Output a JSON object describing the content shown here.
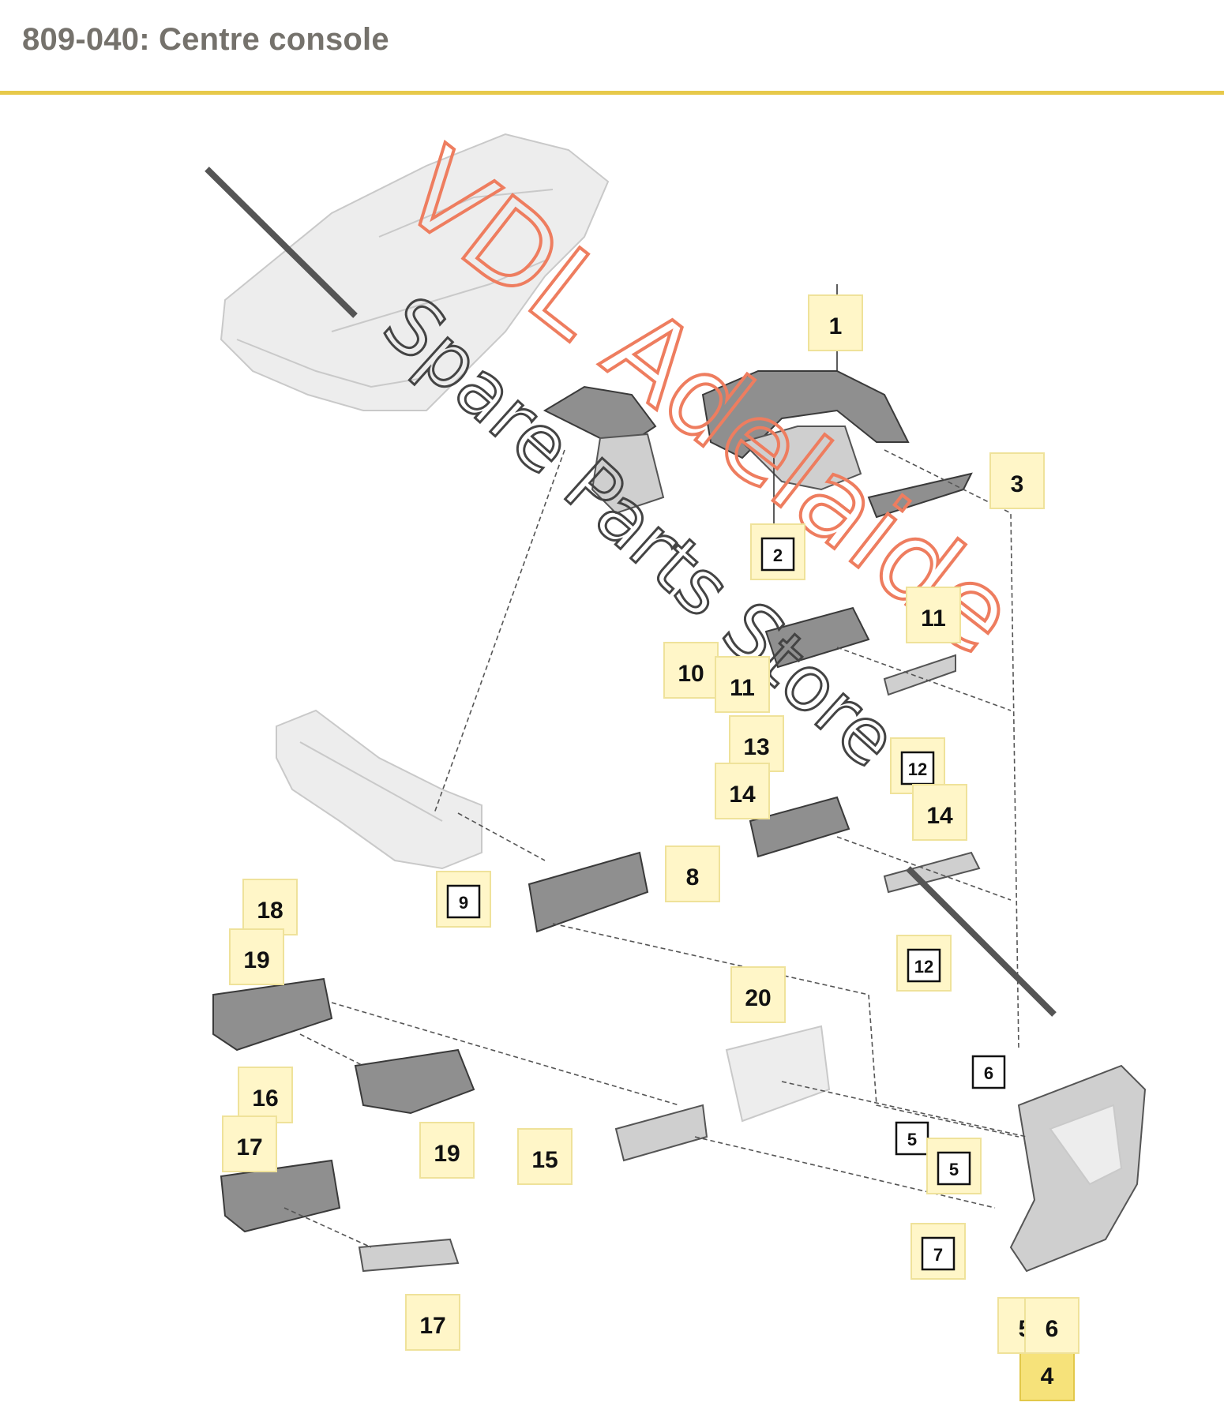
{
  "page": {
    "title": "809-040: Centre console"
  },
  "watermark": {
    "line1": "VDL Adelaide",
    "line2": "Spare Parts Store"
  },
  "callouts": [
    {
      "text": "1",
      "boxed": false,
      "highlight": true
    },
    {
      "text": "2",
      "boxed": true,
      "highlight": true
    },
    {
      "text": "3",
      "boxed": false,
      "highlight": true
    },
    {
      "text": "4",
      "boxed": false,
      "highlight": true,
      "selected": true
    },
    {
      "text": "5",
      "boxed": false,
      "highlight": true
    },
    {
      "text": "6",
      "boxed": false,
      "highlight": true
    },
    {
      "text": "5",
      "boxed": true,
      "highlight": false
    },
    {
      "text": "5",
      "boxed": true,
      "highlight": true
    },
    {
      "text": "6",
      "boxed": true,
      "highlight": false
    },
    {
      "text": "7",
      "boxed": true,
      "highlight": true
    },
    {
      "text": "8",
      "boxed": false,
      "highlight": true
    },
    {
      "text": "9",
      "boxed": true,
      "highlight": true
    },
    {
      "text": "10",
      "boxed": false,
      "highlight": true
    },
    {
      "text": "11",
      "boxed": false,
      "highlight": true
    },
    {
      "text": "11",
      "boxed": false,
      "highlight": true
    },
    {
      "text": "12",
      "boxed": true,
      "highlight": true
    },
    {
      "text": "12",
      "boxed": true,
      "highlight": true
    },
    {
      "text": "13",
      "boxed": false,
      "highlight": true
    },
    {
      "text": "14",
      "boxed": false,
      "highlight": true
    },
    {
      "text": "14",
      "boxed": false,
      "highlight": true
    },
    {
      "text": "15",
      "boxed": false,
      "highlight": true
    },
    {
      "text": "16",
      "boxed": false,
      "highlight": true
    },
    {
      "text": "17",
      "boxed": false,
      "highlight": true
    },
    {
      "text": "17",
      "boxed": false,
      "highlight": true
    },
    {
      "text": "18",
      "boxed": false,
      "highlight": true
    },
    {
      "text": "19",
      "boxed": false,
      "highlight": true
    },
    {
      "text": "19",
      "boxed": false,
      "highlight": true
    },
    {
      "text": "20",
      "boxed": false,
      "highlight": true
    }
  ],
  "colors": {
    "accent_rule": "#e7c94a",
    "highlight": "#fff6c8",
    "selected": "#f6e27a",
    "watermark_red": "#ee7d5f",
    "watermark_dark": "#444444"
  }
}
